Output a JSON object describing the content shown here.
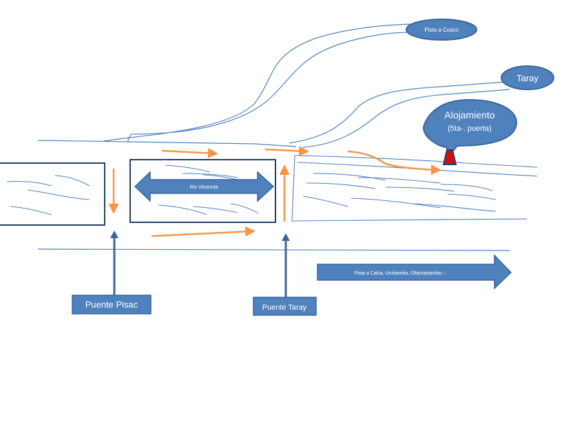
{
  "labels": {
    "pista_cusco": "Pista a Cusco",
    "taray": "Taray",
    "alojamiento_title": "Alojamiento",
    "alojamiento_sub": "(5ta-. puerta)",
    "rio": "Rio  Vilcanota",
    "pista_calca": "Pista a Calca, Urubamba, Ollantaytambo..-",
    "puente_pisac": "Puente Pisac",
    "puente_taray": "Puente Taray"
  },
  "colors": {
    "line": "#4f81bd",
    "fill": "#4f81bd",
    "fill_dark": "#3a669e",
    "box_stroke": "#243f60",
    "orange": "#f79646",
    "marker_red": "#d01010",
    "text": "#ffffff"
  }
}
